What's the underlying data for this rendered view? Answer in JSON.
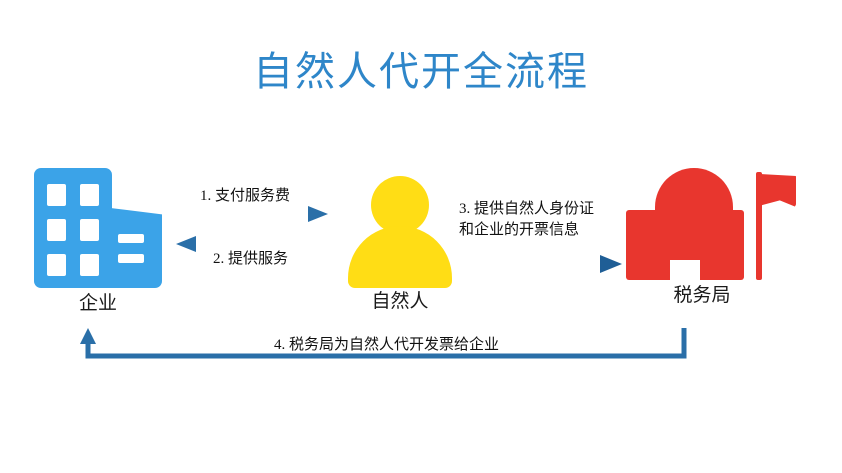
{
  "title": "自然人代开全流程",
  "colors": {
    "title": "#2e86c9",
    "enterprise": "#3ba3e8",
    "person": "#ffdd15",
    "tax": "#e8362e",
    "arrow": "#2a6fa8",
    "background": "#ffffff"
  },
  "nodes": [
    {
      "id": "enterprise",
      "label": "企业",
      "icon": "office-building-icon",
      "color": "#3ba3e8"
    },
    {
      "id": "person",
      "label": "自然人",
      "icon": "person-icon",
      "color": "#ffdd15"
    },
    {
      "id": "tax",
      "label": "税务局",
      "icon": "government-building-icon",
      "color": "#e8362e"
    }
  ],
  "edges": [
    {
      "id": "edge-1",
      "number": "1.",
      "label": "1. 支付服务费",
      "from": "enterprise",
      "to": "person",
      "direction": "right"
    },
    {
      "id": "edge-2",
      "number": "2.",
      "label": "2. 提供服务",
      "from": "person",
      "to": "enterprise",
      "direction": "left"
    },
    {
      "id": "edge-3",
      "number": "3.",
      "label": "3. 提供自然人身份证\n和企业的开票信息",
      "from": "person",
      "to": "tax",
      "direction": "right"
    },
    {
      "id": "edge-4",
      "number": "4.",
      "label": "4. 税务局为自然人代开发票给企业",
      "from": "tax",
      "to": "enterprise",
      "direction": "left-up"
    }
  ]
}
